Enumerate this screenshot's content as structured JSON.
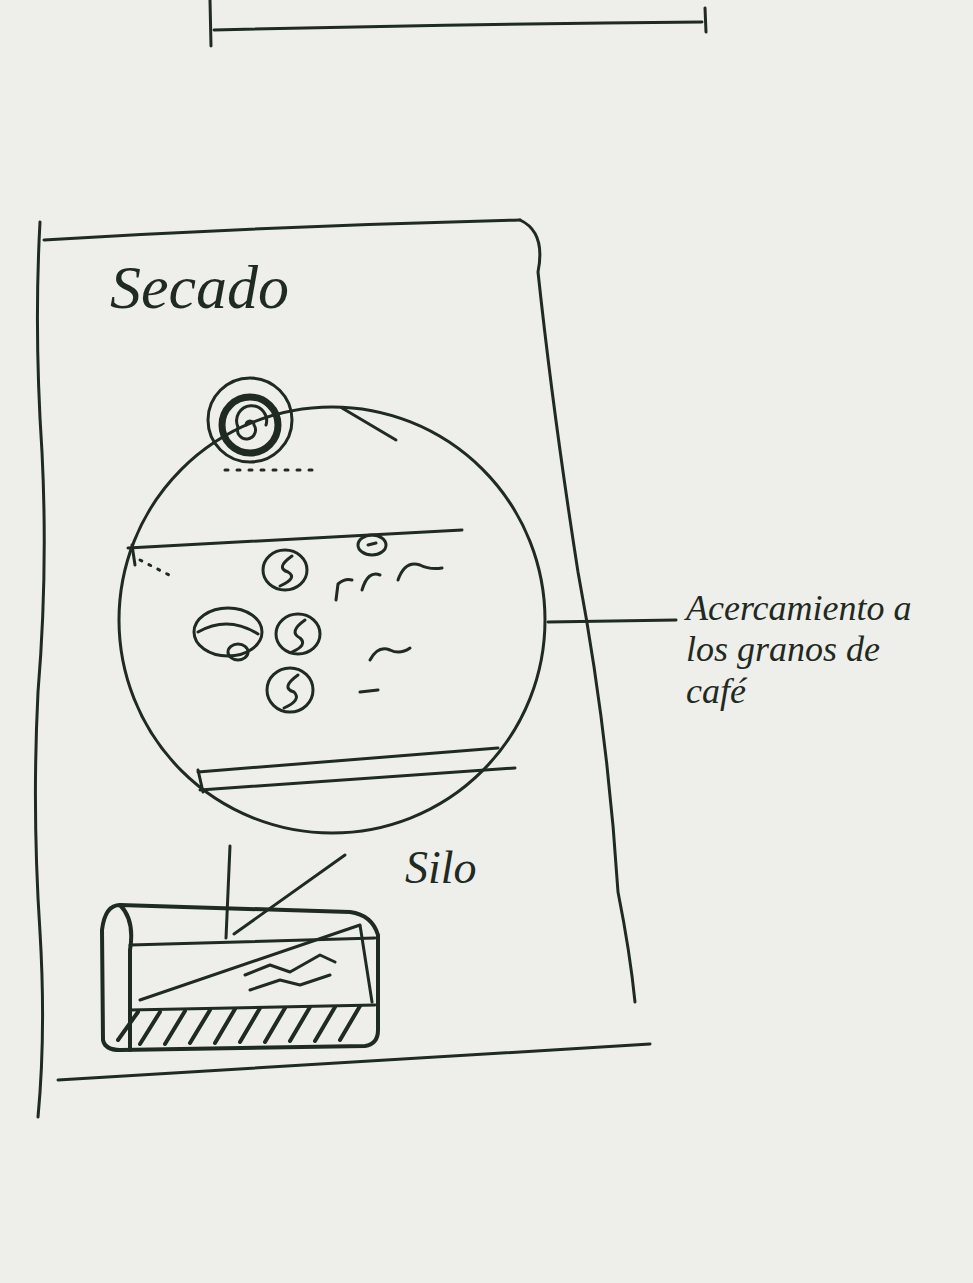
{
  "diagram": {
    "nodes": [
      {
        "text": [
          "Secado"
        ]
      }
    ],
    "labels": [
      "Silo",
      "Acercamiento a los granos de café"
    ]
  }
}
